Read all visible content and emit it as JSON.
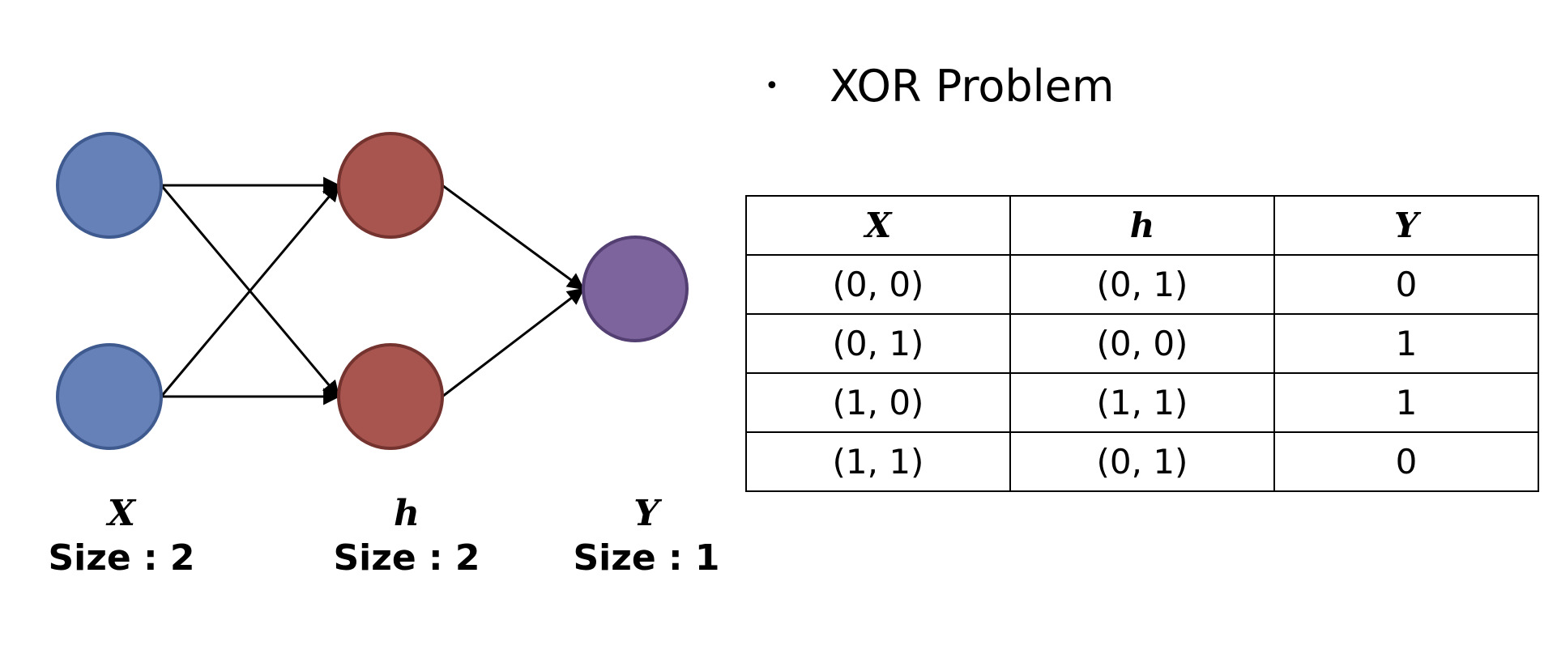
{
  "title": {
    "bullet": "•",
    "text": "XOR Problem"
  },
  "network": {
    "layers": [
      {
        "var": "X",
        "size_text": "Size : 2",
        "nodes": 2
      },
      {
        "var": "h",
        "size_text": "Size : 2",
        "nodes": 2
      },
      {
        "var": "Y",
        "size_text": "Size : 1",
        "nodes": 1
      }
    ],
    "colors": {
      "input_fill": "#6680b8",
      "input_stroke": "#3f5a8f",
      "hidden_fill": "#a8554f",
      "hidden_stroke": "#74332e",
      "output_fill": "#7d649c",
      "output_stroke": "#533f72",
      "edge": "#000000"
    }
  },
  "table": {
    "headers": [
      "X",
      "h",
      "Y"
    ],
    "rows": [
      [
        "(0, 0)",
        "(0, 1)",
        "0"
      ],
      [
        "(0, 1)",
        "(0, 0)",
        "1"
      ],
      [
        "(1, 0)",
        "(1, 1)",
        "1"
      ],
      [
        "(1, 1)",
        "(0, 1)",
        "0"
      ]
    ]
  }
}
